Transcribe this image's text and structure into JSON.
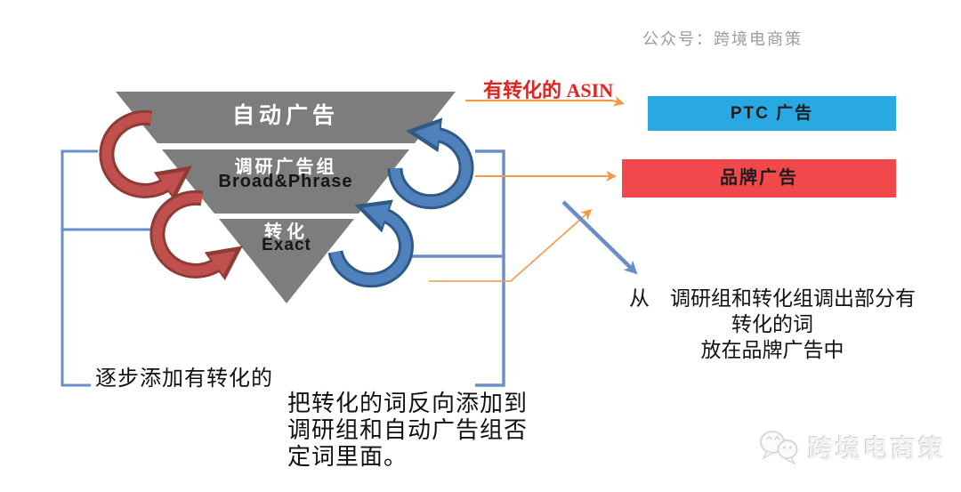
{
  "header": {
    "account": "公众号：跨境电商策"
  },
  "funnel": {
    "level1_label": "自动广告",
    "level2_label": "调研广告组",
    "level2_sublabel": "Broad&Phrase",
    "level3_label": "转化",
    "level3_sublabel": "Exact"
  },
  "right_flow": {
    "asin_arrow_label": "有转化的 ASIN",
    "ptc_box_label": "PTC 广告",
    "brand_box_label": "品牌广告",
    "brand_note_line1": "从　调研组和转化组调出部分有",
    "brand_note_line2": "转化的词",
    "brand_note_line3": "放在品牌广告中"
  },
  "annotations": {
    "left_bracket_note": "逐步添加有转化的",
    "bottom_note_line1": "把转化的词反向添加到",
    "bottom_note_line2": "调研组和自动广告组否",
    "bottom_note_line3": "定词里面。"
  },
  "watermark": {
    "label": "跨境电商策"
  },
  "colors": {
    "funnel_gray": "#7d7d7d",
    "red_arrow": "#c0504d",
    "red_arrow_dark": "#8e3b36",
    "blue_arrow": "#4f81bd",
    "blue_arrow_dark": "#2f5a87",
    "bracket_blue": "#6a8fc8",
    "orange": "#f79646",
    "ptc_blue": "#29a9e1",
    "brand_red": "#f2484b",
    "asin_red": "#e32222",
    "watermark_gray": "#d8d8d8"
  }
}
